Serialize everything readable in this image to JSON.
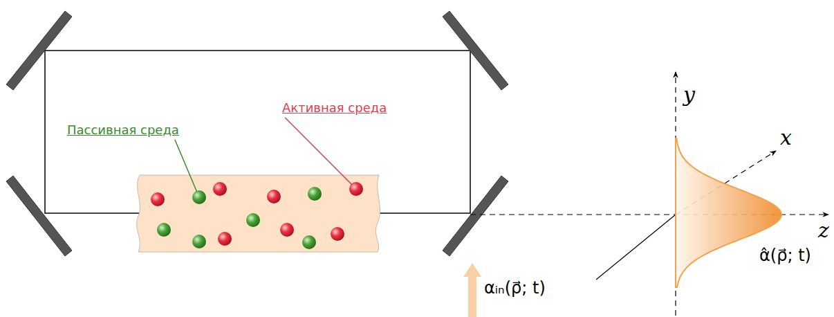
{
  "diagram": {
    "labels": [
      "Активная среда",
      "Пассивная среда",
      "y",
      "x",
      "z",
      "αᵢₙ(ρ⃗; t)",
      "α̂(ρ⃗; t)"
    ]
  }
}
